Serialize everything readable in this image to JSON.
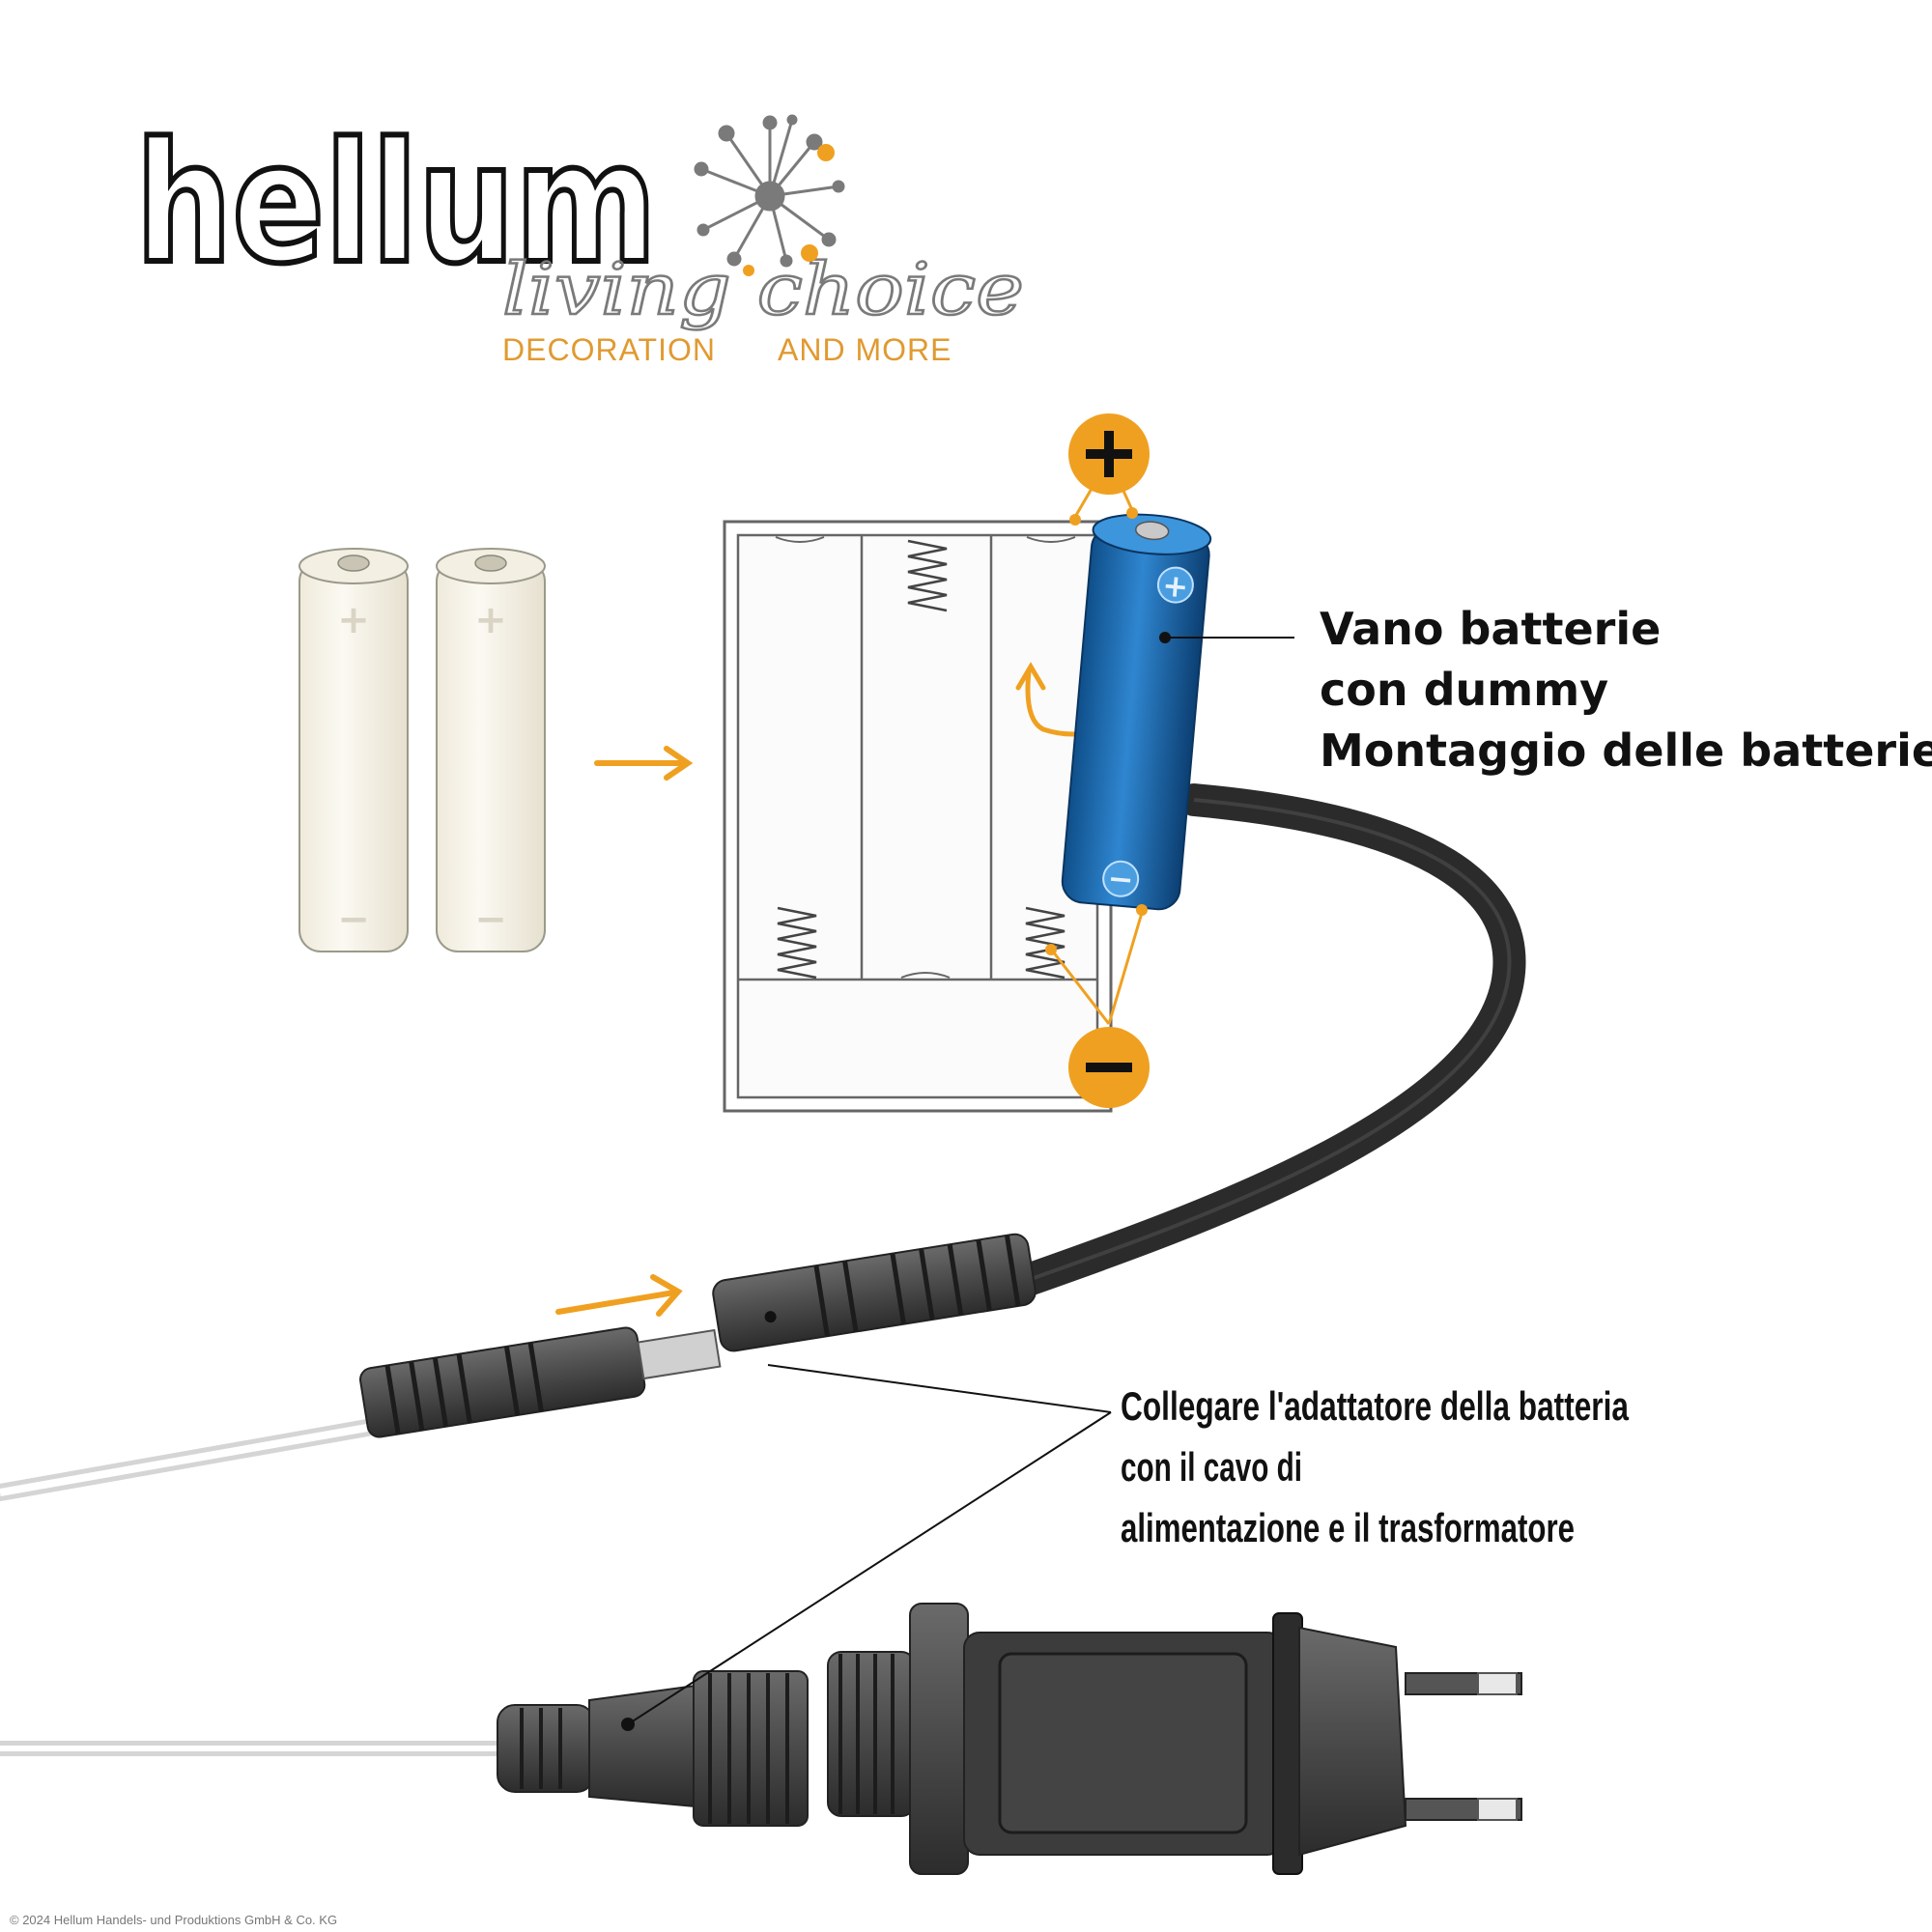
{
  "logo": {
    "wordmark": "hellum",
    "script": "living choice",
    "tagline_left": "DECORATION",
    "tagline_right": "AND MORE"
  },
  "labels": {
    "battery_box": [
      "Vano batterie",
      "con dummy",
      "Montaggio delle batterie"
    ],
    "connect": [
      "Collegare l'adattatore della batteria",
      "con il cavo di",
      "alimentazione e il trasformatore"
    ]
  },
  "symbols": {
    "plus": "+",
    "minus": "−"
  },
  "copyright": "© 2024 Hellum Handels- und Produktions GmbH & Co. KG",
  "colors": {
    "accent": "#f0a020",
    "battery_blue": "#1e6fb8",
    "cable": "#3a3a3a",
    "outline": "#5a5a5a"
  }
}
